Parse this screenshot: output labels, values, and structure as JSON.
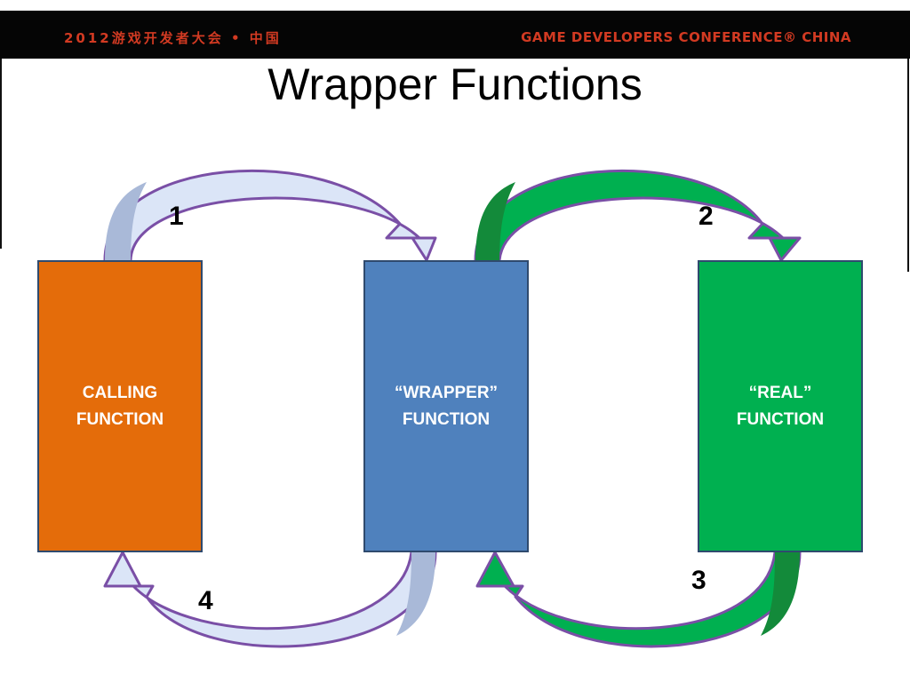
{
  "header": {
    "left_text": "2012游戏开发者大会 • 中国",
    "right_text": "GAME DEVELOPERS CONFERENCE® CHINA"
  },
  "title": "Wrapper Functions",
  "boxes": {
    "calling": {
      "line1": "CALLING",
      "line2": "FUNCTION",
      "color": "#e46c0a"
    },
    "wrapper": {
      "line1": "“WRAPPER”",
      "line2": "FUNCTION",
      "color": "#4f81bd"
    },
    "real": {
      "line1": "“REAL”",
      "line2": "FUNCTION",
      "color": "#00b050"
    }
  },
  "steps": {
    "s1": "1",
    "s2": "2",
    "s3": "3",
    "s4": "4"
  },
  "colors": {
    "arrow_blue_fill": "#dbe5f7",
    "arrow_blue_shade": "#a9b9d8",
    "arrow_green_fill": "#00b050",
    "arrow_green_shade": "#138a3a",
    "arrow_outline": "#7a4fa6",
    "header_text": "#d23a22"
  }
}
